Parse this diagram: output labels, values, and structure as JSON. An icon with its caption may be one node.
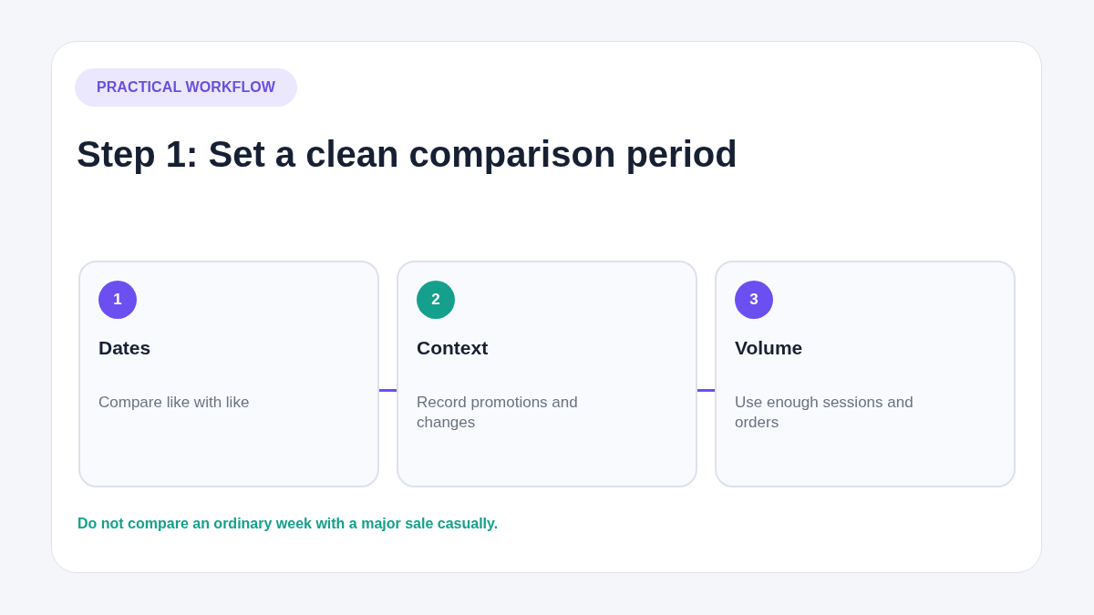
{
  "diagram": {
    "title": "Step 1: Set a clean comparison period",
    "nodes": [
      {
        "text": [
          "PRACTICAL WORKFLOW"
        ]
      },
      {
        "text": [
          "Dates",
          "Compare like with like"
        ]
      },
      {
        "text": [
          "1"
        ],
        "in": 1
      },
      {
        "text": [
          "Context",
          "Record promotions and changes"
        ]
      },
      {
        "text": [
          "2"
        ],
        "in": 3
      },
      {
        "text": [
          "Volume",
          "Use enough sessions and orders"
        ]
      },
      {
        "text": [
          "3"
        ],
        "in": 5
      }
    ],
    "edges": [
      {
        "from": 1,
        "to": 3,
        "arrow": "none"
      },
      {
        "from": 3,
        "to": 5,
        "arrow": "none"
      }
    ],
    "labels": [
      "Do not compare an ordinary week with a major sale casually."
    ]
  }
}
